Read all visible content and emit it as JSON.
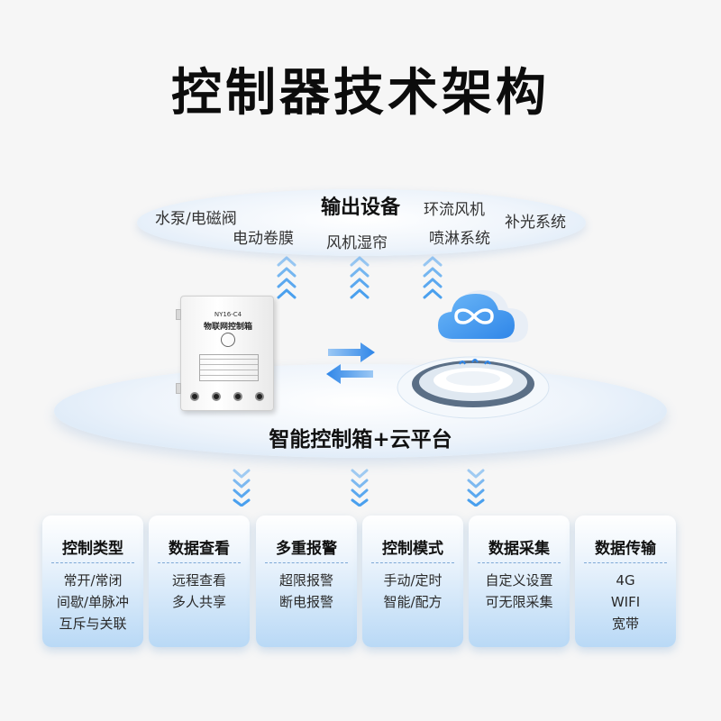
{
  "title": "控制器技术架构",
  "output_section": {
    "title": "输出设备",
    "devices": [
      "水泵/电磁阀",
      "电动卷膜",
      "风机湿帘",
      "环流风机",
      "喷淋系统",
      "补光系统"
    ]
  },
  "control_box": {
    "model": "NY16-C4",
    "name": "物联网控制箱"
  },
  "platform_label": "智能控制箱+云平台",
  "colors": {
    "accent": "#2f86e8",
    "chevron": "#4aa0ee",
    "card_bottom": "#b9d9f6"
  },
  "cards": [
    {
      "title": "控制类型",
      "lines": [
        "常开/常闭",
        "间歇/单脉冲",
        "互斥与关联"
      ]
    },
    {
      "title": "数据查看",
      "lines": [
        "远程查看",
        "多人共享"
      ]
    },
    {
      "title": "多重报警",
      "lines": [
        "超限报警",
        "断电报警"
      ]
    },
    {
      "title": "控制模式",
      "lines": [
        "手动/定时",
        "智能/配方"
      ]
    },
    {
      "title": "数据采集",
      "lines": [
        "自定义设置",
        "可无限采集"
      ]
    },
    {
      "title": "数据传输",
      "lines": [
        "4G",
        "WIFI",
        "宽带"
      ]
    }
  ]
}
